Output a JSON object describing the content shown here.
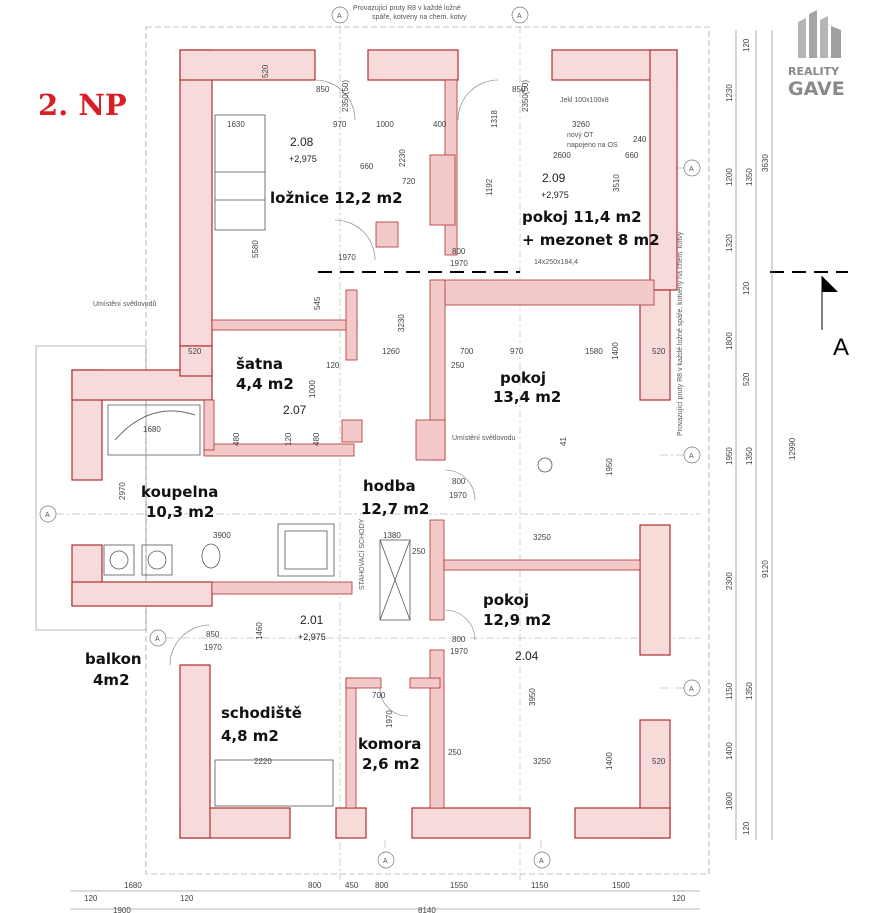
{
  "level": "2. NP",
  "brand": {
    "line1": "REALITY",
    "line2": "GAVE"
  },
  "section_label": "A",
  "axis_marker": "A",
  "rooms": [
    {
      "id": "loznice",
      "number": "2.08",
      "level": "+2,975",
      "name": "ložnice 12,2 m2"
    },
    {
      "id": "pokoj-209",
      "number": "2.09",
      "level": "+2,975",
      "name": "pokoj 11,4 m2",
      "name2": "+ mezonet 8 m2"
    },
    {
      "id": "satna",
      "number": "2.07",
      "name": "šatna",
      "area": "4,4 m2"
    },
    {
      "id": "pokoj-134",
      "name": "pokoj",
      "area": "13,4 m2"
    },
    {
      "id": "koupelna",
      "name": "koupelna",
      "area": "10,3 m2"
    },
    {
      "id": "hodba",
      "name": "hodba",
      "area": "12,7 m2"
    },
    {
      "id": "chodba-201",
      "number": "2.01",
      "level": "+2,975"
    },
    {
      "id": "pokoj-204",
      "number": "2.04",
      "name": "pokoj",
      "area": "12,9 m2"
    },
    {
      "id": "balkon",
      "name": "balkon",
      "area": "4m2"
    },
    {
      "id": "schodiste",
      "name": "schodiště",
      "area": "4,8 m2"
    },
    {
      "id": "komora",
      "name": "komora",
      "area": "2,6 m2"
    }
  ],
  "notes": {
    "top_rebar": "Provazující pruty R8 v každé ložné",
    "top_rebar2": "spáře, kotveny na chem. kotvy",
    "skylight_left": "Umístění světlovodů",
    "skylight_mid": "Umístění světlovodu",
    "jekl": "Jekl 100x100x8",
    "new_ot": "nový OT",
    "ot_connected": "napojeno na OS",
    "stairs": "14x250x184,4",
    "stand_stairs": "STAHOVACÍ SCHODY",
    "right_rebar": "Provazující pruty R8 v každé ložné spáře, kotveny na chem. kotvy"
  },
  "dims_bottom": [
    "120",
    "1680",
    "120",
    "800",
    "450",
    "800",
    "1550",
    "1150",
    "1500",
    "120"
  ],
  "dims_bottom2": [
    "1900",
    "8140"
  ],
  "dims_right": [
    "120",
    "1230",
    "1200",
    "1350",
    "1320",
    "120",
    "1800",
    "520",
    "1950",
    "1350",
    "2300",
    "1150",
    "1350",
    "1400",
    "1800",
    "120"
  ],
  "dims_right_totals": [
    "3630",
    "12990",
    "9120"
  ],
  "dims_interior": {
    "d520a": "520",
    "d850a": "850",
    "d2350a": "2350(50)",
    "d1630": "1630",
    "d970a": "970",
    "d1000": "1000",
    "d400": "400",
    "d1318": "1318",
    "d3260": "3260",
    "d2600": "2600",
    "d660a": "660",
    "d240": "240",
    "d850b": "850",
    "d2350b": "2350(50)",
    "d660b": "660",
    "d2230": "2230",
    "d720": "720",
    "d1192": "1192",
    "d3510": "3510",
    "d5580": "5580",
    "d800a": "800",
    "d1970a": "1970",
    "d1970b": "1970",
    "d545": "545",
    "d3230": "3230",
    "d1260": "1260",
    "d700": "700",
    "d970b": "970",
    "d1580": "1580",
    "d520b": "520",
    "d250a": "250",
    "d1400a": "1400",
    "d520c": "520",
    "d120a": "120",
    "d1680": "1680",
    "d480a": "480",
    "d120b": "120",
    "d480b": "480",
    "d1000b": "1000",
    "d2970": "2970",
    "d3900": "3900",
    "d1380": "1380",
    "d250b": "250",
    "d800b": "800",
    "d1970c": "1970",
    "d3250a": "3250",
    "d1950": "1950",
    "d1460": "1460",
    "d850c": "850",
    "d1970d": "1970",
    "d800c": "800",
    "d1970e": "1970",
    "d3950": "3950",
    "d700b": "700",
    "d1970f": "1970",
    "d2220": "2220",
    "d3250b": "3250",
    "d1400b": "1400",
    "d520d": "520",
    "d250c": "250",
    "d41": "41"
  }
}
